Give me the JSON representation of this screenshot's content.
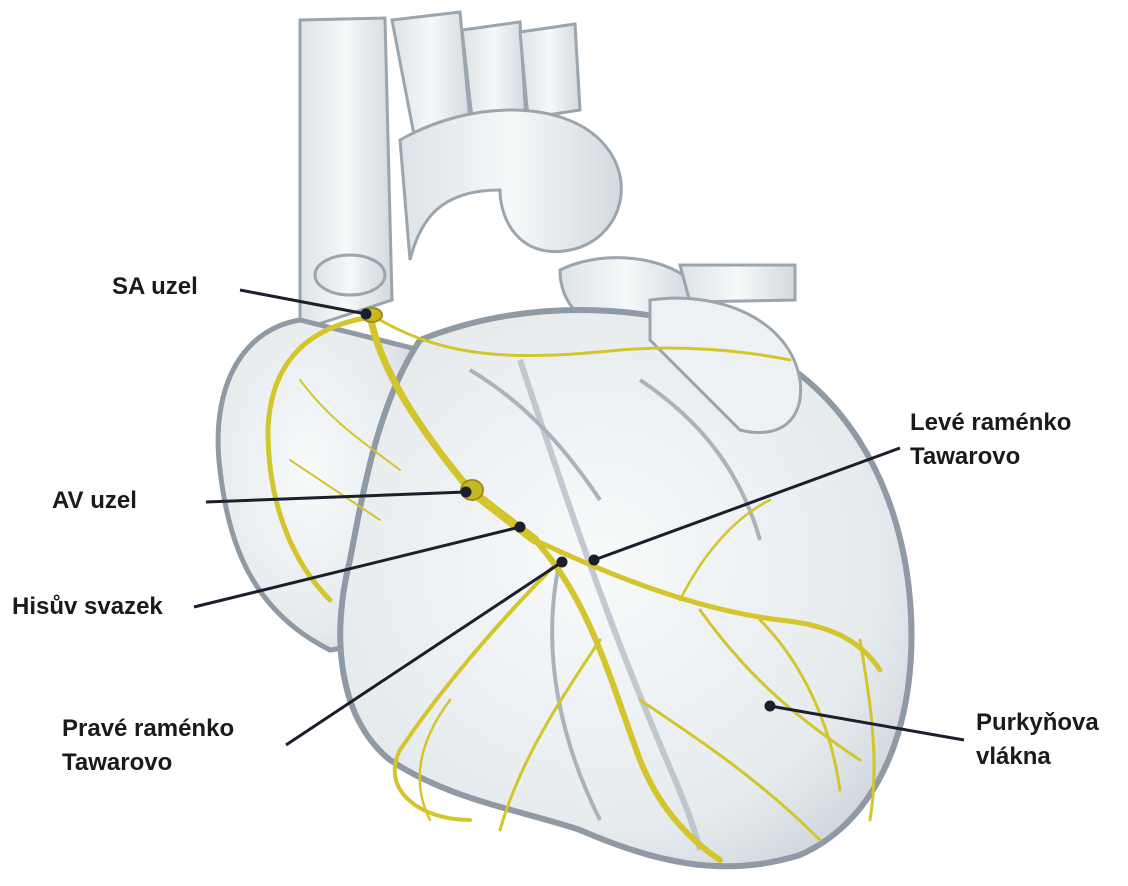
{
  "labels": {
    "sa_node": "SA uzel",
    "av_node": "AV uzel",
    "his_bundle": "Hisův svazek",
    "right_bundle": [
      "Pravé raménko",
      "Tawarovo"
    ],
    "left_bundle": [
      "Levé raménko",
      "Tawarovo"
    ],
    "purkinje": [
      "Purkyňova",
      "vlákna"
    ]
  },
  "colors": {
    "outline": "#9aa5ae",
    "outline_dark": "#7d8993",
    "fill": "#e9edf0",
    "conduction": "#d4c52c",
    "conduction_dark": "#9c8f1a",
    "leader": "#1a1f2b",
    "text": "#1a1a1a"
  }
}
